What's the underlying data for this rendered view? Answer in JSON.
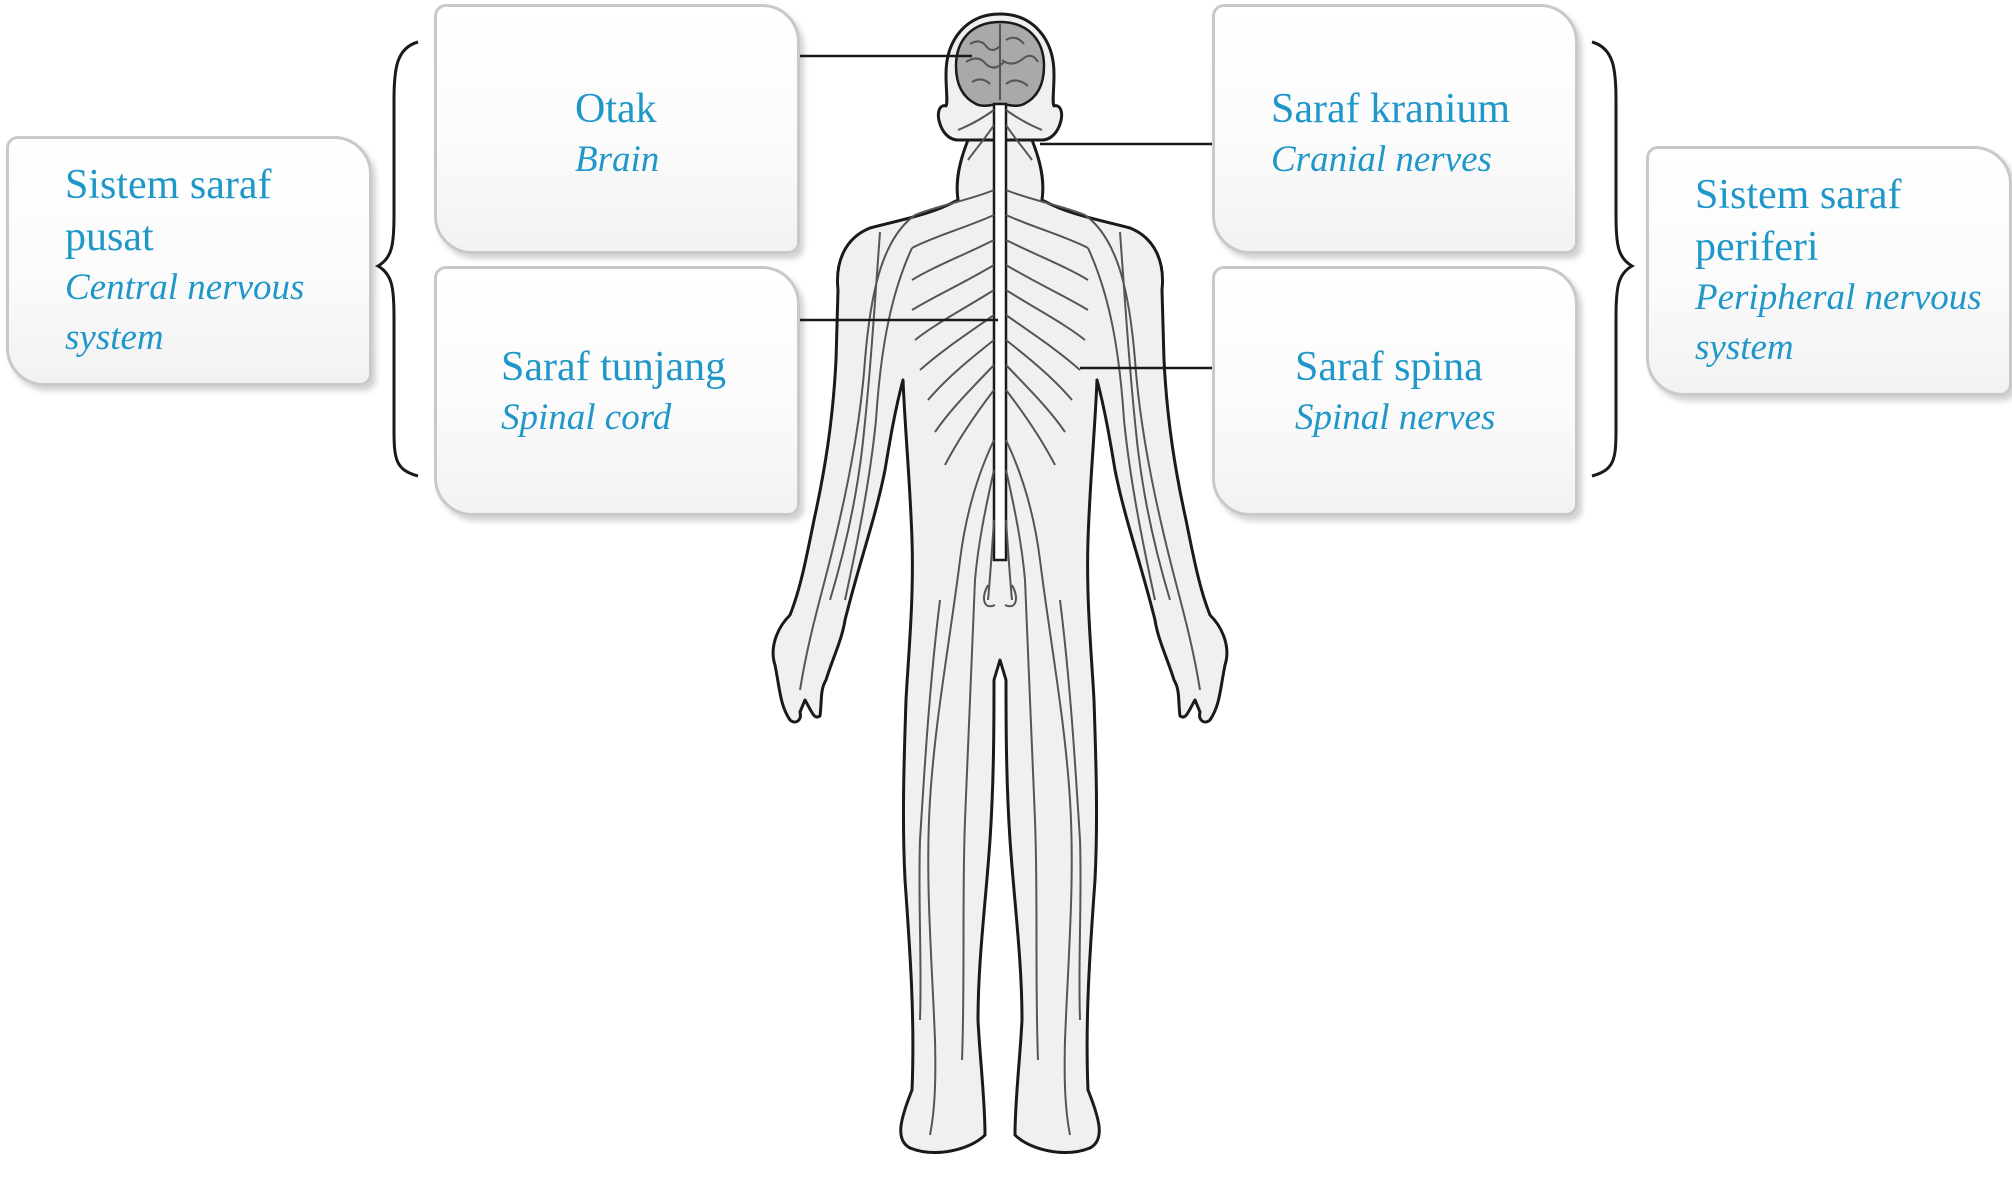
{
  "labels": {
    "cns": {
      "malay": "Sistem saraf pusat",
      "english": "Central nervous system"
    },
    "brain": {
      "malay": "Otak",
      "english": "Brain"
    },
    "spinal_cord": {
      "malay": "Saraf tunjang",
      "english": "Spinal cord"
    },
    "cranial": {
      "malay": "Saraf kranium",
      "english": "Cranial nerves"
    },
    "spinal_nerves": {
      "malay": "Saraf spina",
      "english": "Spinal nerves"
    },
    "pns": {
      "malay": "Sistem saraf periferi",
      "english": "Peripheral nervous system"
    }
  },
  "colors": {
    "label_text": "#1f97c9",
    "box_border": "#c9c9c9",
    "body_fill": "#f0f0ef",
    "outline": "#1a1a1a",
    "nerve": "#555555",
    "brain_fill": "#a9a9a9"
  }
}
